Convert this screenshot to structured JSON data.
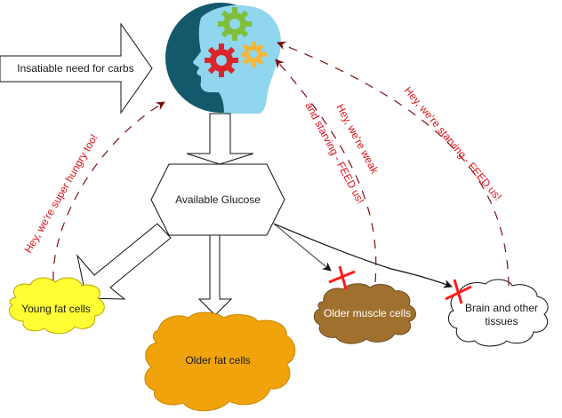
{
  "diagram": {
    "nodes": {
      "need": {
        "label": "Insatiable need for carbs"
      },
      "brain_head": {
        "label": ""
      },
      "glucose": {
        "label": "Available Glucose"
      },
      "young_fat": {
        "label": "Young fat cells"
      },
      "older_fat": {
        "label": "Older fat cells"
      },
      "older_muscle": {
        "label": "Older muscle cells"
      },
      "brain_tissues": {
        "label_line1": "Brain and other",
        "label_line2": "tissues"
      }
    },
    "messages": {
      "young_fat": "Hey, we're super hungry too!",
      "older_muscle_line1": "Hey, we're weak",
      "older_muscle_line2": "and starving - FEED us!",
      "brain_tissues": "Hey, we're starving - FEED us!"
    },
    "colors": {
      "young_fat_fill": "#ffff33",
      "older_fat_fill": "#f0a30a",
      "older_muscle_fill": "#a0702f",
      "head_dark": "#13596b",
      "head_light": "#8fd6ee",
      "gear_green": "#7fbf3a",
      "gear_red": "#d9262b",
      "gear_yellow": "#f5b63c",
      "dashed_arrow": "#7a1010",
      "speech_text": "#e0101a",
      "blocked_cross": "#ff1a1a"
    }
  }
}
